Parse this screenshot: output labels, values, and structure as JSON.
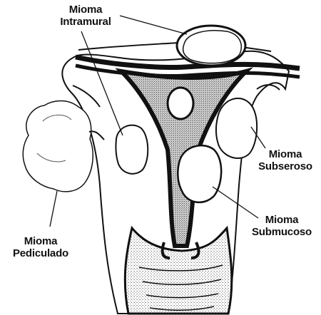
{
  "labels": {
    "intramural": {
      "line1": "Mioma",
      "line2": "Intramural"
    },
    "subseroso": {
      "line1": "Mioma",
      "line2": "Subseroso"
    },
    "submucoso": {
      "line1": "Mioma",
      "line2": "Submucoso"
    },
    "pediculado": {
      "line1": "Mioma",
      "line2": "Pediculado"
    }
  },
  "colors": {
    "ink": "#111111",
    "stipple": "#8a8a8a",
    "background": "#ffffff"
  }
}
